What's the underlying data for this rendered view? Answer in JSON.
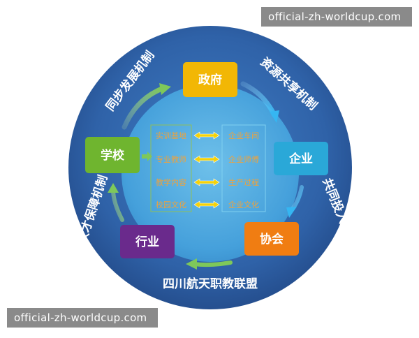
{
  "watermark": {
    "top": "official-zh-worldcup.com",
    "bottom": "official-zh-worldcup.com"
  },
  "nodes": {
    "government": "政府",
    "enterprise": "企业",
    "association": "协会",
    "industry": "行业",
    "school": "学校"
  },
  "mechanisms": {
    "top_left": "同步发展机制",
    "top_right": "资源共享机制",
    "bottom_right": "共同投入机制",
    "bottom_left": "人才保障机制"
  },
  "bottom_title": "四川航天职教联盟",
  "pairs": {
    "left": [
      "实训基地",
      "专业教师",
      "教学内容",
      "校园文化"
    ],
    "right": [
      "企业车间",
      "企业师傅",
      "生产过程",
      "企业文化"
    ]
  },
  "colors": {
    "outer_ring": "#2f5fa3",
    "inner_circle": "#4aa3dc",
    "government": "#f2b705",
    "enterprise": "#2aa8d8",
    "association": "#f07d12",
    "industry": "#6a2a8c",
    "school": "#6fb52f",
    "arrow_green": "#7ec85a",
    "arrow_blue": "#35b6f2",
    "pair_text": "#f0a23a",
    "double_arrow": "#f5d20a"
  }
}
